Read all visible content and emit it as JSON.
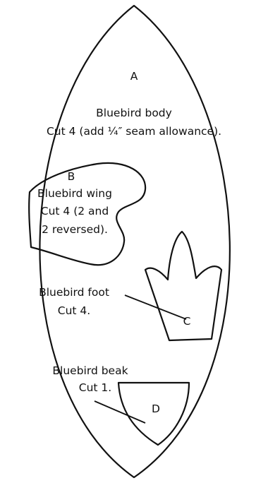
{
  "pieces": {
    "body": {
      "letter": "A",
      "name": "Bluebird body",
      "instructions": "Cut 4 (add ¼″ seam allowance)."
    },
    "wing": {
      "letter": "B",
      "name": "Bluebird wing",
      "instructions_line1": "Cut 4 (2 and",
      "instructions_line2": "2 reversed)."
    },
    "foot": {
      "letter": "C",
      "name": "Bluebird foot",
      "instructions": "Cut 4."
    },
    "beak": {
      "letter": "D",
      "name": "Bluebird beak",
      "instructions": "Cut 1."
    }
  },
  "colors": {
    "stroke": "#111111",
    "background": "#ffffff"
  }
}
